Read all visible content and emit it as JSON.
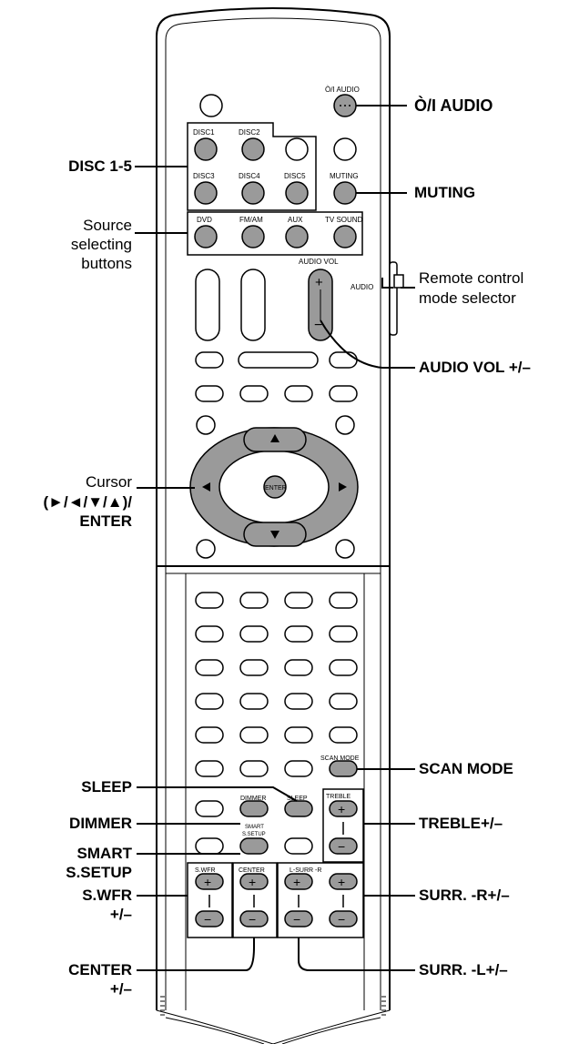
{
  "remote": {
    "power_audio_label": "Ò/I AUDIO",
    "audio_switch_label": "AUDIO",
    "audio_vol_label": "AUDIO VOL",
    "enter_label": "ENTER",
    "disc_buttons": [
      "DISC1",
      "DISC2",
      "DISC3",
      "DISC4",
      "DISC5"
    ],
    "muting_label": "MUTING",
    "source_buttons": [
      "DVD",
      "FM/AM",
      "AUX",
      "TV SOUND"
    ],
    "scan_mode_label": "SCAN MODE",
    "dimmer_label": "DIMMER",
    "sleep_label": "SLEEP",
    "treble_label": "TREBLE",
    "smart_label_1": "SMART",
    "smart_label_2": "S.SETUP",
    "swfr_label": "S.WFR",
    "center_label": "CENTER",
    "lsurr_label": "L-SURR -R",
    "plus": "+",
    "minus": "−"
  },
  "callouts": {
    "power_audio": "Ò/I AUDIO",
    "disc": "DISC 1-5",
    "muting": "MUTING",
    "source": [
      "Source",
      "selecting",
      "buttons"
    ],
    "remote_mode": [
      "Remote control",
      "mode selector"
    ],
    "audio_vol": "AUDIO VOL +/–",
    "cursor": [
      "Cursor",
      "(►/◄/▼/▲)/",
      "ENTER"
    ],
    "scan_mode": "SCAN MODE",
    "sleep": "SLEEP",
    "dimmer": "DIMMER",
    "smart": [
      "SMART",
      "S.SETUP"
    ],
    "treble": "TREBLE+/–",
    "swfr": [
      "S.WFR",
      "+/–"
    ],
    "surr_r": "SURR. -R+/–",
    "center": [
      "CENTER",
      "+/–"
    ],
    "surr_l": "SURR. -L+/–"
  }
}
